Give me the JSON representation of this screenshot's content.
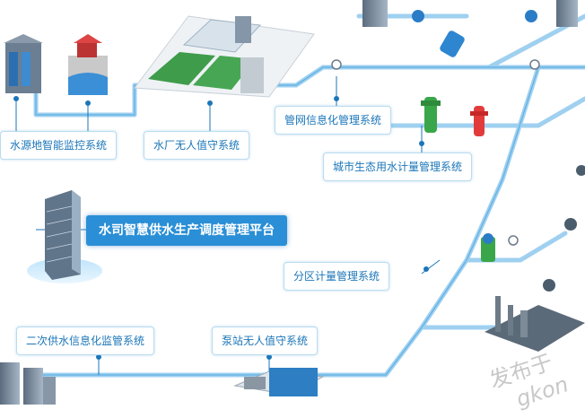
{
  "platform": {
    "title": "水司智慧供水生产调度管理平台"
  },
  "systems": [
    {
      "label": "水源地智能监控系统"
    },
    {
      "label": "水厂无人值守系统"
    },
    {
      "label": "管网信息化管理系统"
    },
    {
      "label": "城市生态用水计量管理系统"
    },
    {
      "label": "分区计量管理系统"
    },
    {
      "label": "二次供水信息化监管系统"
    },
    {
      "label": "泵站无人值守系统"
    }
  ],
  "watermark": {
    "line1": "发布于",
    "line2": "gkon"
  },
  "colors": {
    "pipe": "#9fd0f0",
    "pipe_dark": "#5fb0e4",
    "label_text": "#1b76b8",
    "platform_bg": "#2a8fd6"
  }
}
